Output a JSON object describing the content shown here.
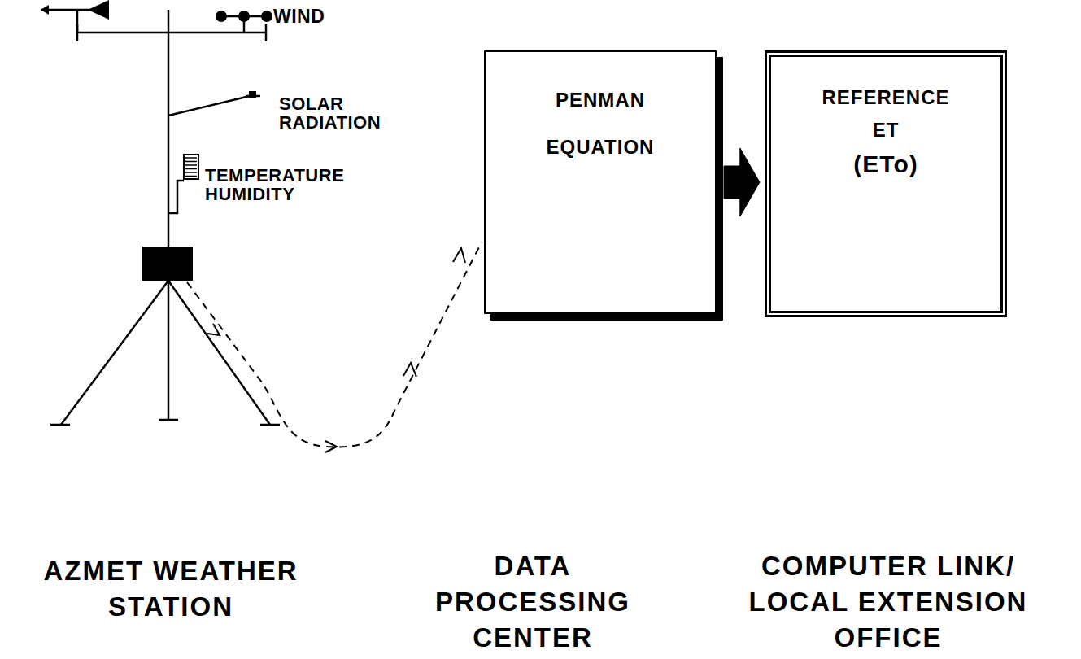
{
  "diagram": {
    "nodes": [
      {
        "text": [
          "PENMAN EQUATION"
        ]
      },
      {
        "text": [
          "REFERENCE ET",
          "(ETo)"
        ]
      }
    ],
    "edges": [
      {
        "from": 0,
        "to": 1,
        "arrow": "to"
      }
    ],
    "labels": [
      "WIND",
      "SOLAR RADIATION",
      "TEMPERATURE HUMIDITY",
      "AZMET WEATHER STATION",
      "DATA PROCESSING CENTER",
      "COMPUTER LINK/ LOCAL EXTENSION OFFICE"
    ]
  }
}
